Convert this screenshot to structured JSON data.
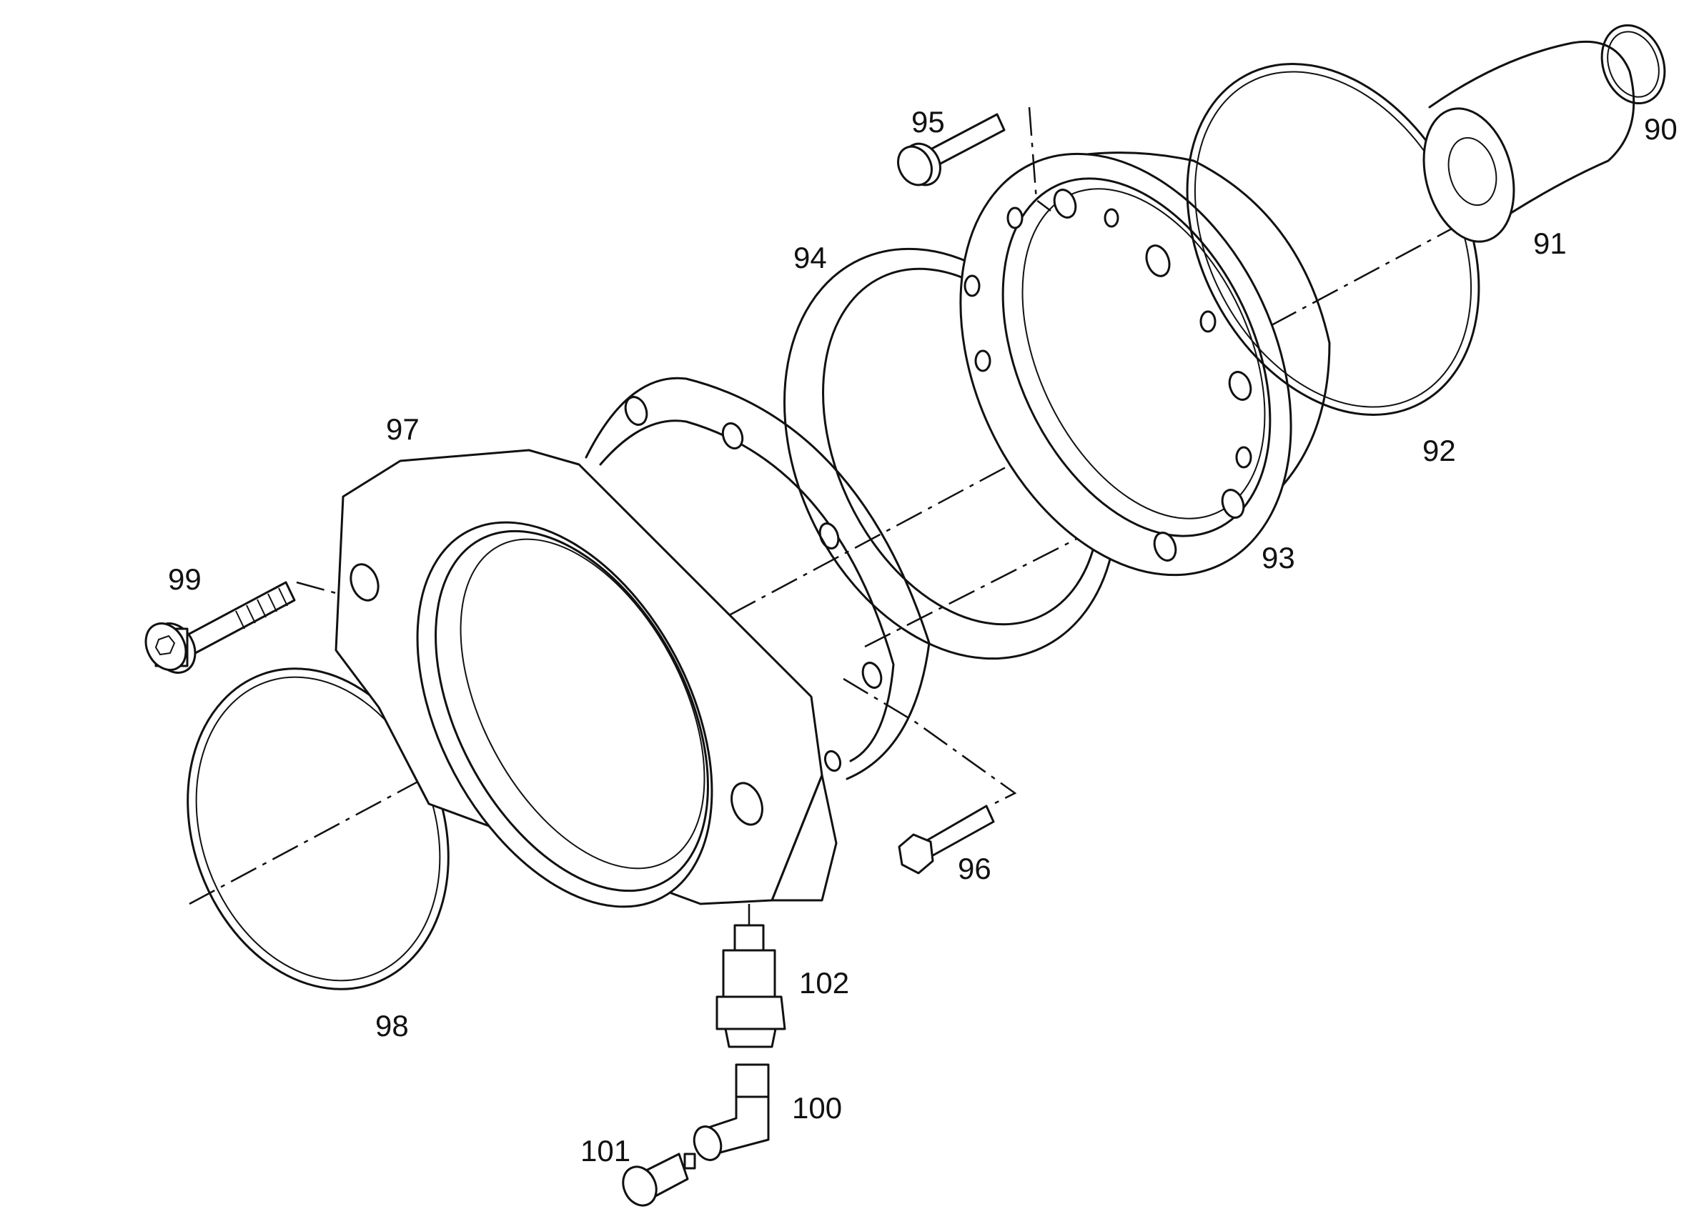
{
  "parts": [
    {
      "key": "p90",
      "label": "90"
    },
    {
      "key": "p91",
      "label": "91"
    },
    {
      "key": "p92",
      "label": "92"
    },
    {
      "key": "p93",
      "label": "93"
    },
    {
      "key": "p94",
      "label": "94"
    },
    {
      "key": "p95",
      "label": "95"
    },
    {
      "key": "p96",
      "label": "96"
    },
    {
      "key": "p97",
      "label": "97"
    },
    {
      "key": "p98",
      "label": "98"
    },
    {
      "key": "p99",
      "label": "99"
    },
    {
      "key": "p100",
      "label": "100"
    },
    {
      "key": "p101",
      "label": "101"
    },
    {
      "key": "p102",
      "label": "102"
    }
  ],
  "colors": {
    "line": "#111111",
    "background": "#ffffff"
  }
}
